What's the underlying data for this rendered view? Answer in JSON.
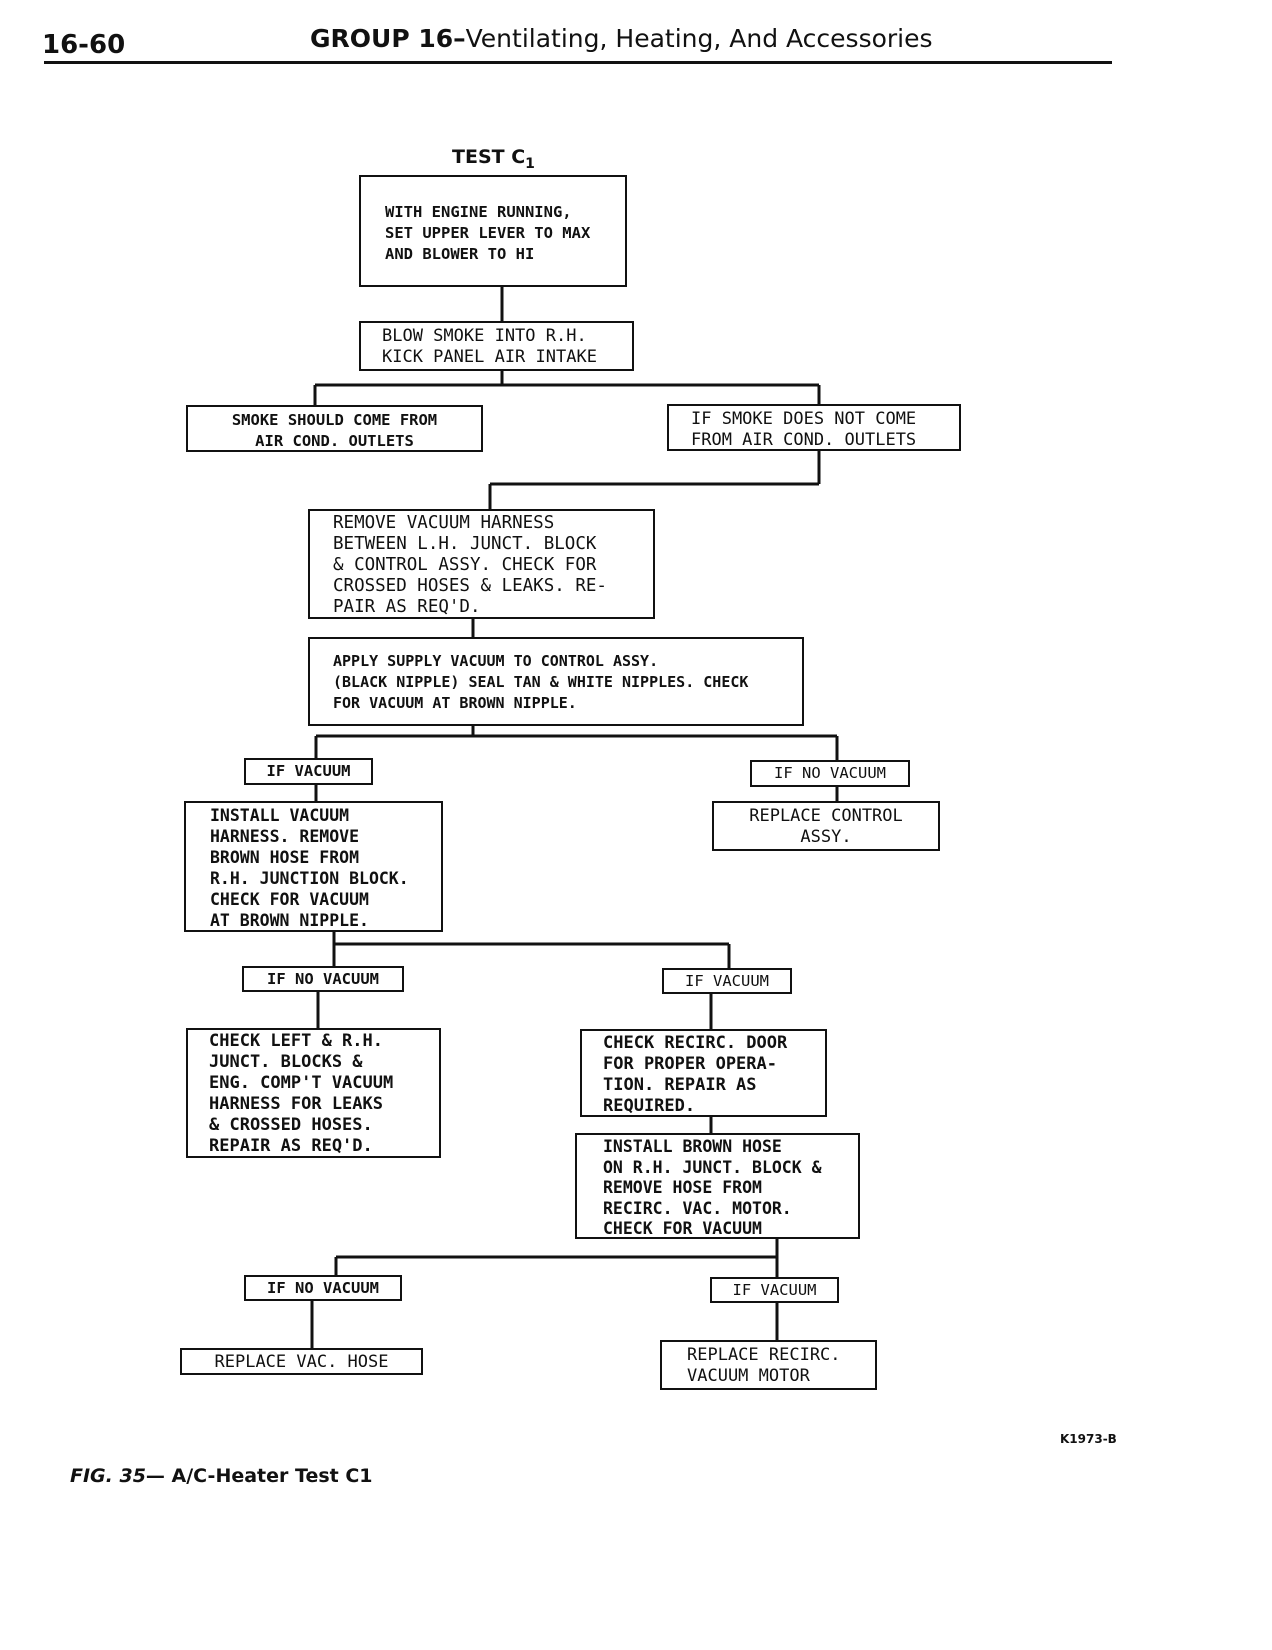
{
  "header": {
    "page_number": "16-60",
    "group_label": "GROUP 16–",
    "group_title": "Ventilating, Heating, And Accessories"
  },
  "test": {
    "title_main": "TEST C",
    "title_sub": "1"
  },
  "nodes": {
    "start": "WITH ENGINE RUNNING,\nSET UPPER LEVER TO MAX\nAND BLOWER TO HI",
    "blow_smoke": "BLOW SMOKE INTO R.H.\nKICK PANEL AIR INTAKE",
    "smoke_should": "SMOKE SHOULD COME FROM\nAIR COND. OUTLETS",
    "smoke_not": "IF SMOKE DOES NOT COME\nFROM AIR COND. OUTLETS",
    "remove_harness": "REMOVE VACUUM HARNESS\nBETWEEN L.H. JUNCT. BLOCK\n& CONTROL ASSY. CHECK FOR\nCROSSED HOSES & LEAKS.  RE-\nPAIR AS REQ'D.",
    "apply_vacuum": "APPLY SUPPLY VACUUM TO CONTROL ASSY.\n(BLACK NIPPLE) SEAL TAN & WHITE NIPPLES.  CHECK\nFOR VACUUM AT BROWN NIPPLE.",
    "label_if_vacuum_1": "IF VACUUM",
    "label_if_no_vacuum_1": "IF NO VACUUM",
    "install_harness": "INSTALL VACUUM\nHARNESS.  REMOVE\nBROWN HOSE FROM\nR.H. JUNCTION BLOCK.\nCHECK FOR VACUUM\nAT BROWN NIPPLE.",
    "replace_control": "REPLACE CONTROL\nASSY.",
    "label_if_no_vacuum_2": "IF NO VACUUM",
    "label_if_vacuum_2": "IF VACUUM",
    "check_junct": "CHECK LEFT & R.H.\nJUNCT. BLOCKS &\nENG. COMP'T VACUUM\nHARNESS FOR LEAKS\n& CROSSED HOSES.\nREPAIR AS REQ'D.",
    "check_recirc": "CHECK RECIRC. DOOR\nFOR PROPER OPERA-\nTION.  REPAIR AS\nREQUIRED.",
    "install_brown": "INSTALL BROWN HOSE\nON R.H. JUNCT. BLOCK &\nREMOVE HOSE FROM\nRECIRC. VAC. MOTOR.\nCHECK FOR VACUUM",
    "label_if_no_vacuum_3": "IF NO VACUUM",
    "label_if_vacuum_3": "IF VACUUM",
    "replace_hose": "REPLACE VAC. HOSE",
    "replace_motor": "REPLACE RECIRC.\nVACUUM MOTOR"
  },
  "figure": {
    "code": "K1973-B",
    "caption_prefix": "FIG. 35",
    "caption_text": "— A/C-Heater Test C1"
  }
}
